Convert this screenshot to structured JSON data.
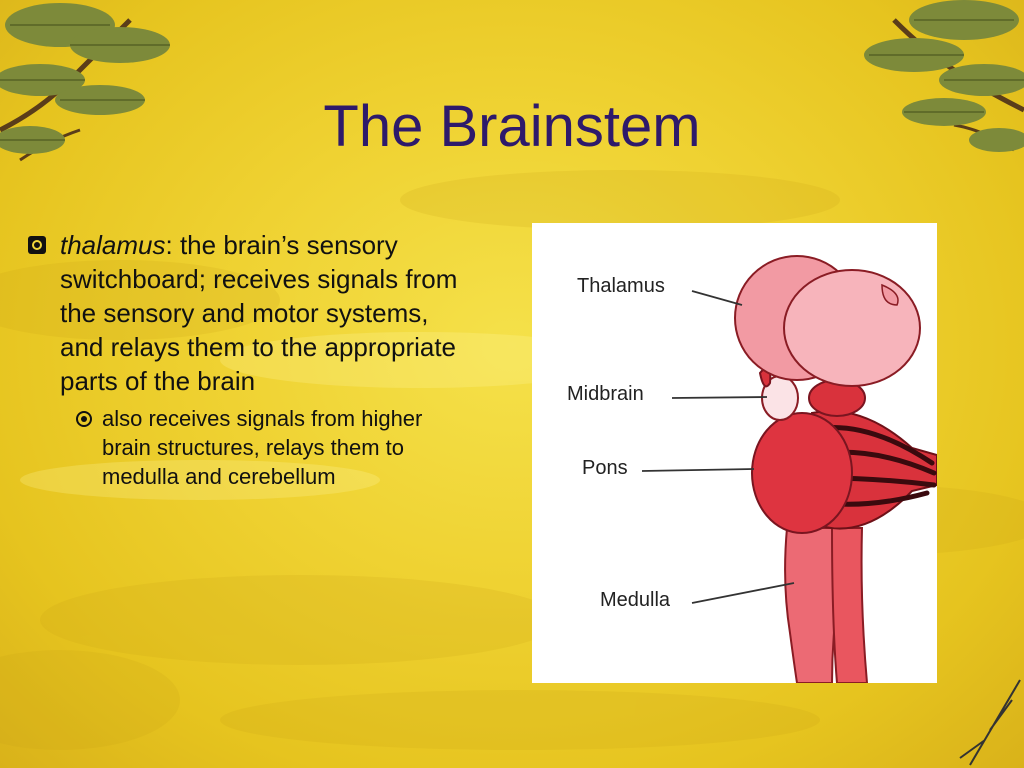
{
  "title": "The Brainstem",
  "bullet": {
    "term": "thalamus",
    "text": ": the brain’s sensory switchboard; receives signals from the sensory and motor systems, and relays them to the appropriate parts of the brain",
    "sub": "also receives signals from higher brain structures, relays them to medulla and cerebellum"
  },
  "figure_labels": {
    "thalamus": "Thalamus",
    "midbrain": "Midbrain",
    "pons": "Pons",
    "medulla": "Medulla"
  }
}
